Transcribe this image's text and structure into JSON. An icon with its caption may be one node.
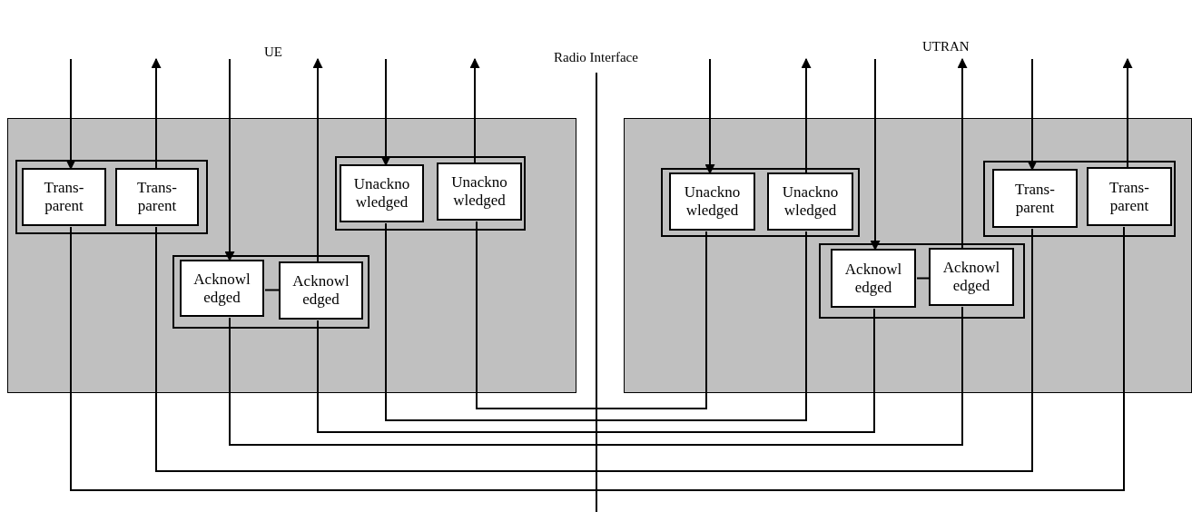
{
  "diagram": {
    "nodes": [
      {
        "text": [
          "UE"
        ]
      },
      {
        "text": [],
        "shape": "box",
        "in": 0
      },
      {
        "text": [
          "Trans- parent"
        ],
        "in": 1
      },
      {
        "text": [
          "Trans- parent"
        ],
        "in": 1
      },
      {
        "text": [],
        "shape": "box",
        "in": 0
      },
      {
        "text": [
          "Unackno wledged"
        ],
        "in": 4
      },
      {
        "text": [
          "Unackno wledged"
        ],
        "in": 4
      },
      {
        "text": [],
        "shape": "box",
        "in": 0
      },
      {
        "text": [
          "Acknowl edged"
        ],
        "in": 7
      },
      {
        "text": [
          "Acknowl edged"
        ],
        "in": 7
      },
      {
        "text": [
          "UTRAN"
        ]
      },
      {
        "text": [],
        "shape": "box",
        "in": 10
      },
      {
        "text": [
          "Unackno wledged"
        ],
        "in": 11
      },
      {
        "text": [
          "Unackno wledged"
        ],
        "in": 11
      },
      {
        "text": [],
        "shape": "box",
        "in": 10
      },
      {
        "text": [
          "Acknowl edged"
        ],
        "in": 14
      },
      {
        "text": [
          "Acknowl edged"
        ],
        "in": 14
      },
      {
        "text": [],
        "shape": "box",
        "in": 10
      },
      {
        "text": [
          "Trans- parent"
        ],
        "in": 17
      },
      {
        "text": [
          "Trans- parent"
        ],
        "in": 17
      }
    ],
    "edges": [
      {
        "from": null,
        "to": 2,
        "arrow": "to"
      },
      {
        "from": 3,
        "to": null,
        "arrow": "to"
      },
      {
        "from": null,
        "to": 8,
        "arrow": "to"
      },
      {
        "from": 9,
        "to": null,
        "arrow": "to"
      },
      {
        "from": null,
        "to": 5,
        "arrow": "to"
      },
      {
        "from": 6,
        "to": null,
        "arrow": "to"
      },
      {
        "from": 8,
        "to": 9,
        "arrow": "none"
      },
      {
        "from": null,
        "to": 12,
        "arrow": "to"
      },
      {
        "from": 13,
        "to": null,
        "arrow": "to"
      },
      {
        "from": null,
        "to": 15,
        "arrow": "to"
      },
      {
        "from": 16,
        "to": null,
        "arrow": "to"
      },
      {
        "from": null,
        "to": 18,
        "arrow": "to"
      },
      {
        "from": 19,
        "to": null,
        "arrow": "to"
      },
      {
        "from": 15,
        "to": 16,
        "arrow": "none"
      },
      {
        "from": 6,
        "to": 12,
        "arrow": "none"
      },
      {
        "from": 5,
        "to": 13,
        "arrow": "none"
      },
      {
        "from": 9,
        "to": 15,
        "arrow": "none"
      },
      {
        "from": 8,
        "to": 16,
        "arrow": "none"
      },
      {
        "from": 3,
        "to": 18,
        "arrow": "none"
      },
      {
        "from": 2,
        "to": 19,
        "arrow": "none"
      }
    ],
    "labels": [
      "Radio Interface"
    ]
  }
}
